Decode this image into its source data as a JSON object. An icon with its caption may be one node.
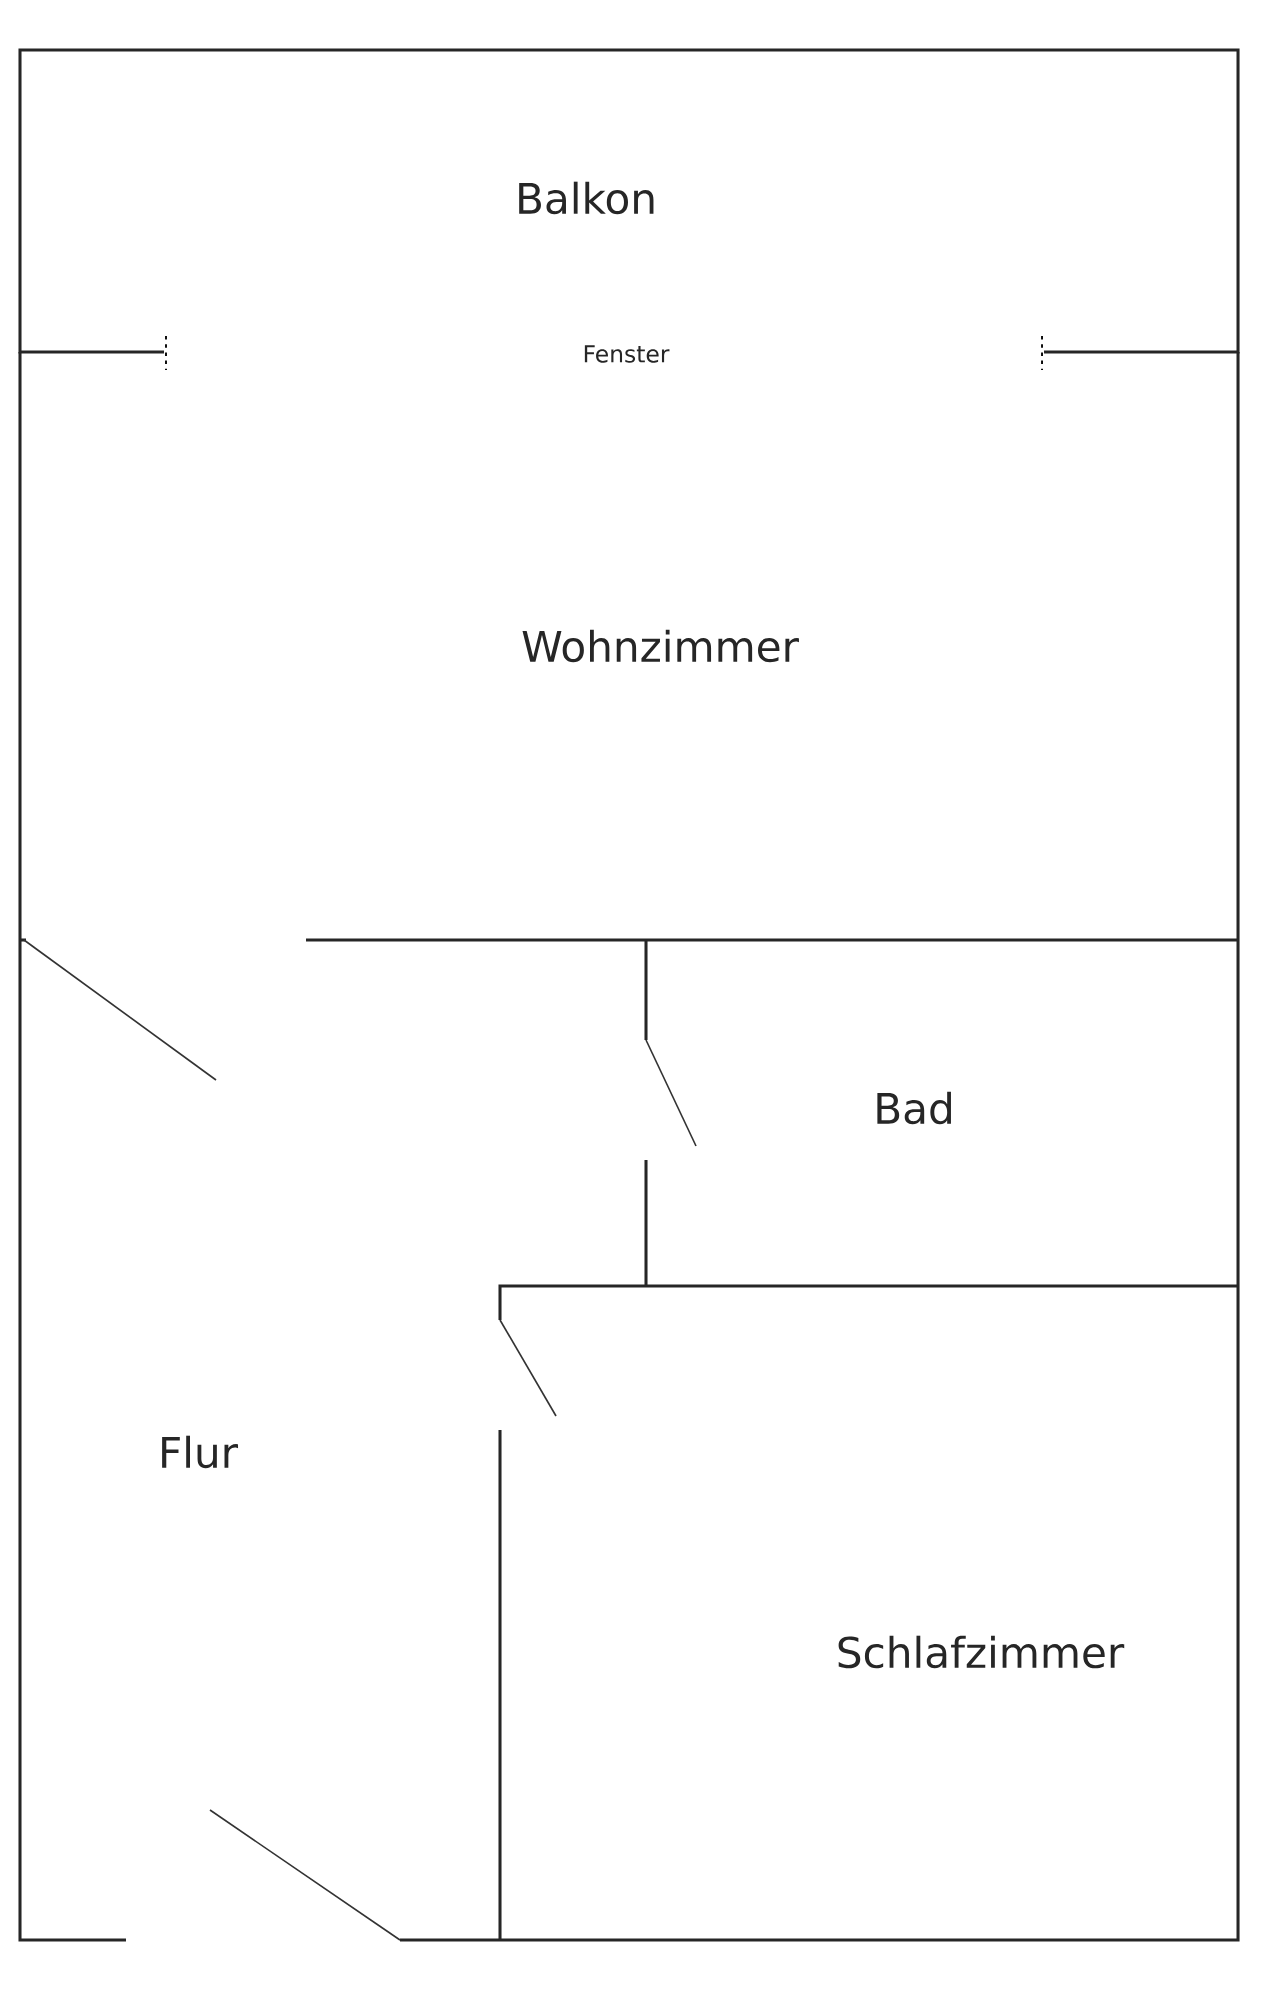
{
  "diagram": {
    "labels": [
      "Balkon",
      "Fenster",
      "Wohnzimmer",
      "Bad",
      "Flur",
      "Schlafzimmer"
    ]
  }
}
